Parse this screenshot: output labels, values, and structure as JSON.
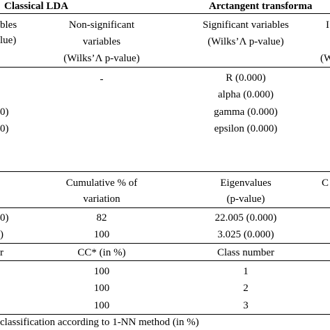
{
  "header": {
    "classical_partial": "Classical LDA",
    "arctangent_partial": "Arctangent transforma"
  },
  "section1": {
    "col0_header": [
      "bles",
      "lue)"
    ],
    "col1_header": [
      "Non-significant",
      "variables",
      "(Wilks’Λ p-value)"
    ],
    "col2_header": [
      "Significant variables",
      "(Wilks’Λ p-value)"
    ],
    "col3_header": [
      "I",
      "(W"
    ],
    "col1_values": [
      "-"
    ],
    "col2_values": [
      "R (0.000)",
      "alpha (0.000)",
      "gamma (0.000)",
      "epsilon (0.000)"
    ],
    "col0_values": [
      "0)",
      "0)"
    ]
  },
  "section2": {
    "col1_header": [
      "Cumulative % of",
      "variation"
    ],
    "col2_header": [
      "Eigenvalues",
      "(p-value)"
    ],
    "col3_header": [
      "C"
    ],
    "rows": [
      {
        "col0": "0)",
        "col1": "82",
        "col2": "22.005 (0.000)"
      },
      {
        "col0": ")",
        "col1": "100",
        "col2": "3.025 (0.000)"
      }
    ]
  },
  "section3": {
    "col0_header": "r",
    "col1_header": "CC* (in %)",
    "col2_header": "Class number",
    "rows": [
      {
        "col1": "100",
        "col2": "1"
      },
      {
        "col1": "100",
        "col2": "2"
      },
      {
        "col1": "100",
        "col2": "3"
      }
    ]
  },
  "footnote": "classification according to 1-NN method (in %)"
}
